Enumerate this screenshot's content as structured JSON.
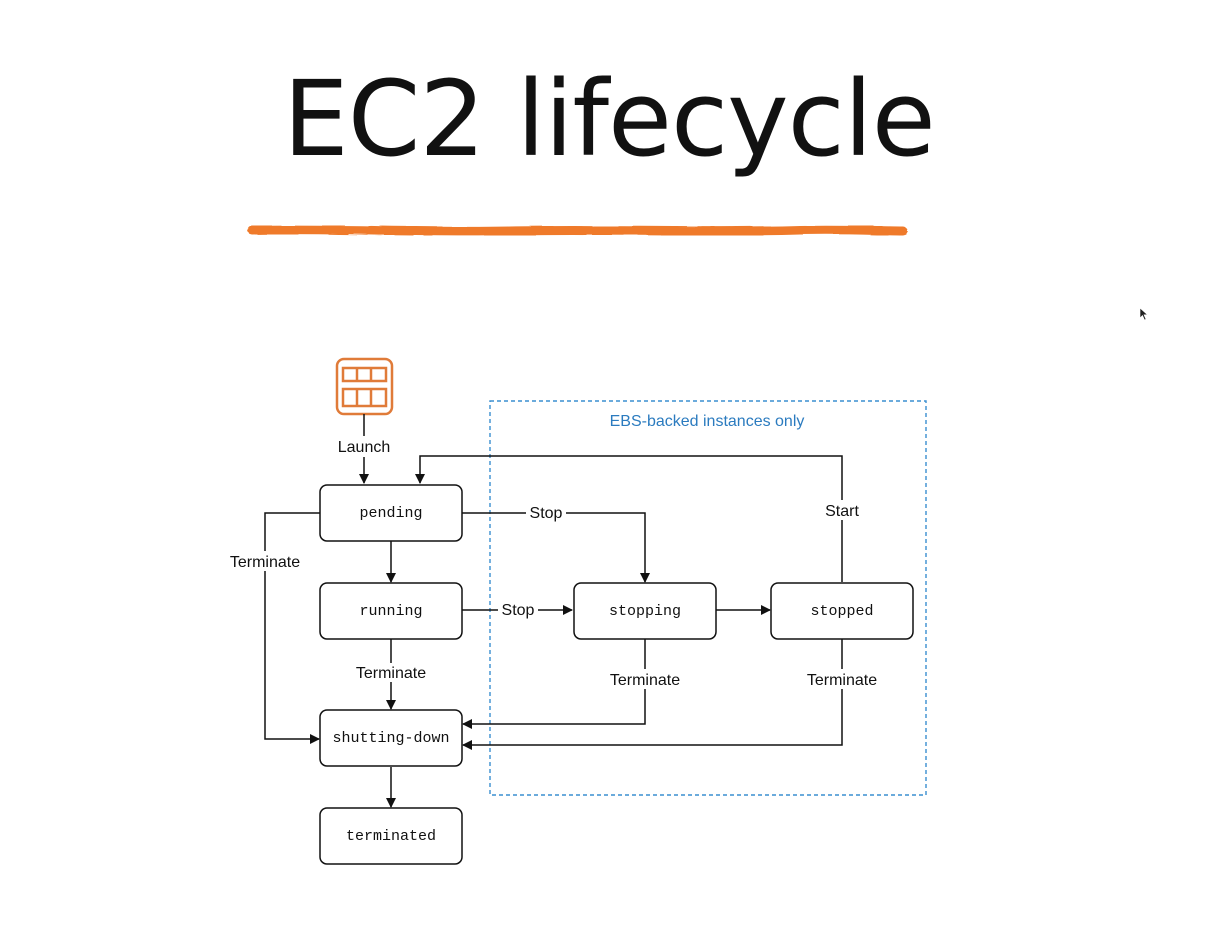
{
  "title": "EC2 lifecycle",
  "colors": {
    "underline": "#ef7a2a",
    "instance_icon": "#e07b39",
    "region_border": "#3a8fd0",
    "region_text": "#2b7bbf",
    "line": "#111111"
  },
  "icons": {
    "instance": "ec2-instance-icon",
    "cursor": "mouse-pointer-icon"
  },
  "region": {
    "label": "EBS-backed instances only"
  },
  "states": {
    "pending": "pending",
    "running": "running",
    "stopping": "stopping",
    "stopped": "stopped",
    "shutting_down": "shutting-down",
    "terminated": "terminated"
  },
  "transitions": {
    "launch": "Launch",
    "stop_from_pending": "Stop",
    "stop_from_running": "Stop",
    "start": "Start",
    "terminate_from_pending": "Terminate",
    "terminate_from_running": "Terminate",
    "terminate_from_stopping": "Terminate",
    "terminate_from_stopped": "Terminate"
  }
}
